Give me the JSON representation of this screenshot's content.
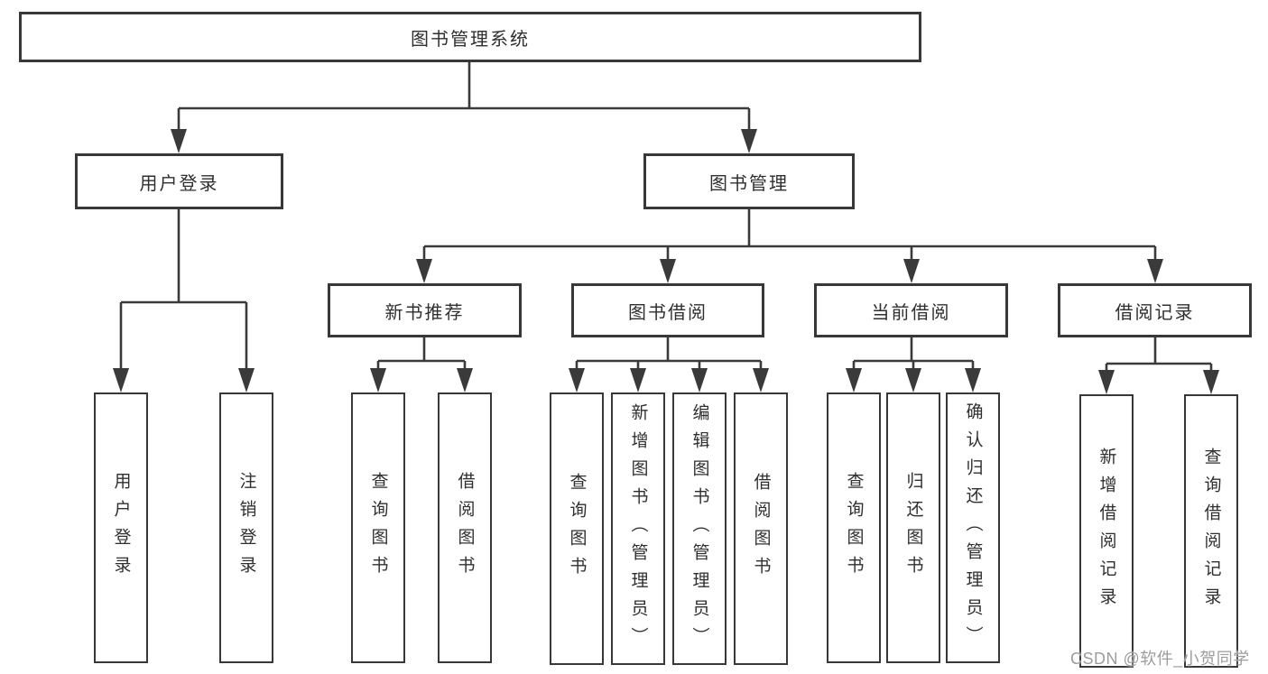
{
  "colors": {
    "line": "#3a3a3a",
    "box_border": "#383838",
    "box_fill": "#ffffff",
    "text": "#2f2f2f",
    "watermark": "#9c9c9c",
    "background": "#ffffff"
  },
  "tree": {
    "root": {
      "label": "图书管理系统"
    },
    "level2": [
      {
        "label": "用户登录",
        "leaves": [
          "用户登录",
          "注销登录"
        ]
      },
      {
        "label": "图书管理",
        "groups": [
          {
            "label": "新书推荐",
            "leaves": [
              "查询图书",
              "借阅图书"
            ]
          },
          {
            "label": "图书借阅",
            "leaves": [
              "查询图书",
              "新增图书（管理员）",
              "编辑图书（管理员）",
              "借阅图书"
            ]
          },
          {
            "label": "当前借阅",
            "leaves": [
              "查询图书",
              "归还图书",
              "确认归还（管理员）"
            ]
          },
          {
            "label": "借阅记录",
            "leaves": [
              "新增借阅记录",
              "查询借阅记录"
            ]
          }
        ]
      }
    ]
  },
  "watermark": {
    "text": "CSDN @软件_小贺同学"
  }
}
